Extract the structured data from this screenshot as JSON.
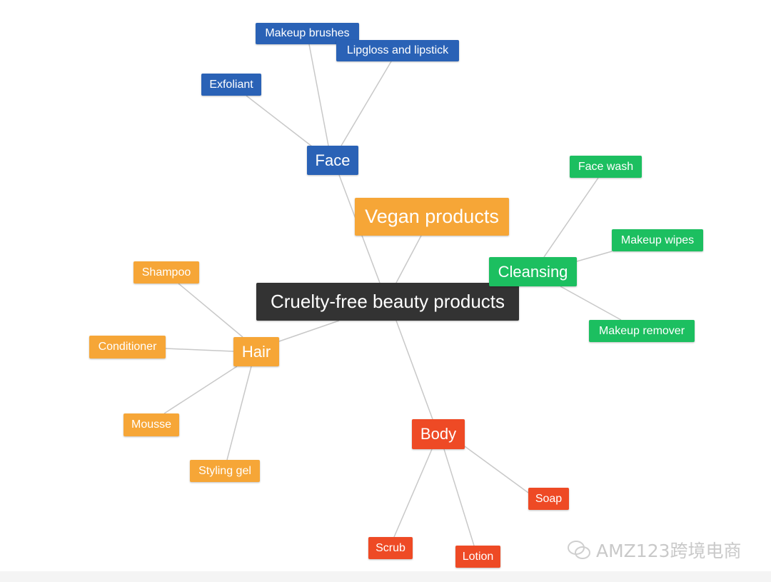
{
  "colors": {
    "root": "#333333",
    "face": "#2a62b6",
    "orange": "#f6a637",
    "green": "#1cbf60",
    "red": "#ee4a25",
    "edge": "#c8c8c8"
  },
  "nodes": [
    {
      "id": "root",
      "label": "Cruelty-free beauty products",
      "color": "root"
    },
    {
      "id": "vegan",
      "label": "Vegan products",
      "color": "orange"
    },
    {
      "id": "face",
      "label": "Face",
      "color": "face"
    },
    {
      "id": "brushes",
      "label": "Makeup brushes",
      "color": "face"
    },
    {
      "id": "lipgloss",
      "label": "Lipgloss and lipstick",
      "color": "face"
    },
    {
      "id": "exfoliant",
      "label": "Exfoliant",
      "color": "face"
    },
    {
      "id": "cleansing",
      "label": "Cleansing",
      "color": "green"
    },
    {
      "id": "facewash",
      "label": "Face wash",
      "color": "green"
    },
    {
      "id": "wipes",
      "label": "Makeup wipes",
      "color": "green"
    },
    {
      "id": "remover",
      "label": "Makeup remover",
      "color": "green"
    },
    {
      "id": "hair",
      "label": "Hair",
      "color": "orange"
    },
    {
      "id": "shampoo",
      "label": "Shampoo",
      "color": "orange"
    },
    {
      "id": "conditioner",
      "label": "Conditioner",
      "color": "orange"
    },
    {
      "id": "mousse",
      "label": "Mousse",
      "color": "orange"
    },
    {
      "id": "styling",
      "label": "Styling gel",
      "color": "orange"
    },
    {
      "id": "body",
      "label": "Body",
      "color": "red"
    },
    {
      "id": "soap",
      "label": "Soap",
      "color": "red"
    },
    {
      "id": "scrub",
      "label": "Scrub",
      "color": "red"
    },
    {
      "id": "lotion",
      "label": "Lotion",
      "color": "red"
    }
  ],
  "edges": [
    [
      "face",
      "root"
    ],
    [
      "vegan",
      "root"
    ],
    [
      "face",
      "brushes"
    ],
    [
      "face",
      "lipgloss"
    ],
    [
      "face",
      "exfoliant"
    ],
    [
      "cleansing",
      "facewash"
    ],
    [
      "cleansing",
      "wipes"
    ],
    [
      "cleansing",
      "remover"
    ],
    [
      "root",
      "hair"
    ],
    [
      "hair",
      "shampoo"
    ],
    [
      "hair",
      "conditioner"
    ],
    [
      "hair",
      "mousse"
    ],
    [
      "hair",
      "styling"
    ],
    [
      "root",
      "body"
    ],
    [
      "body",
      "soap"
    ],
    [
      "body",
      "scrub"
    ],
    [
      "body",
      "lotion"
    ]
  ],
  "watermark": "AMZ123跨境电商"
}
